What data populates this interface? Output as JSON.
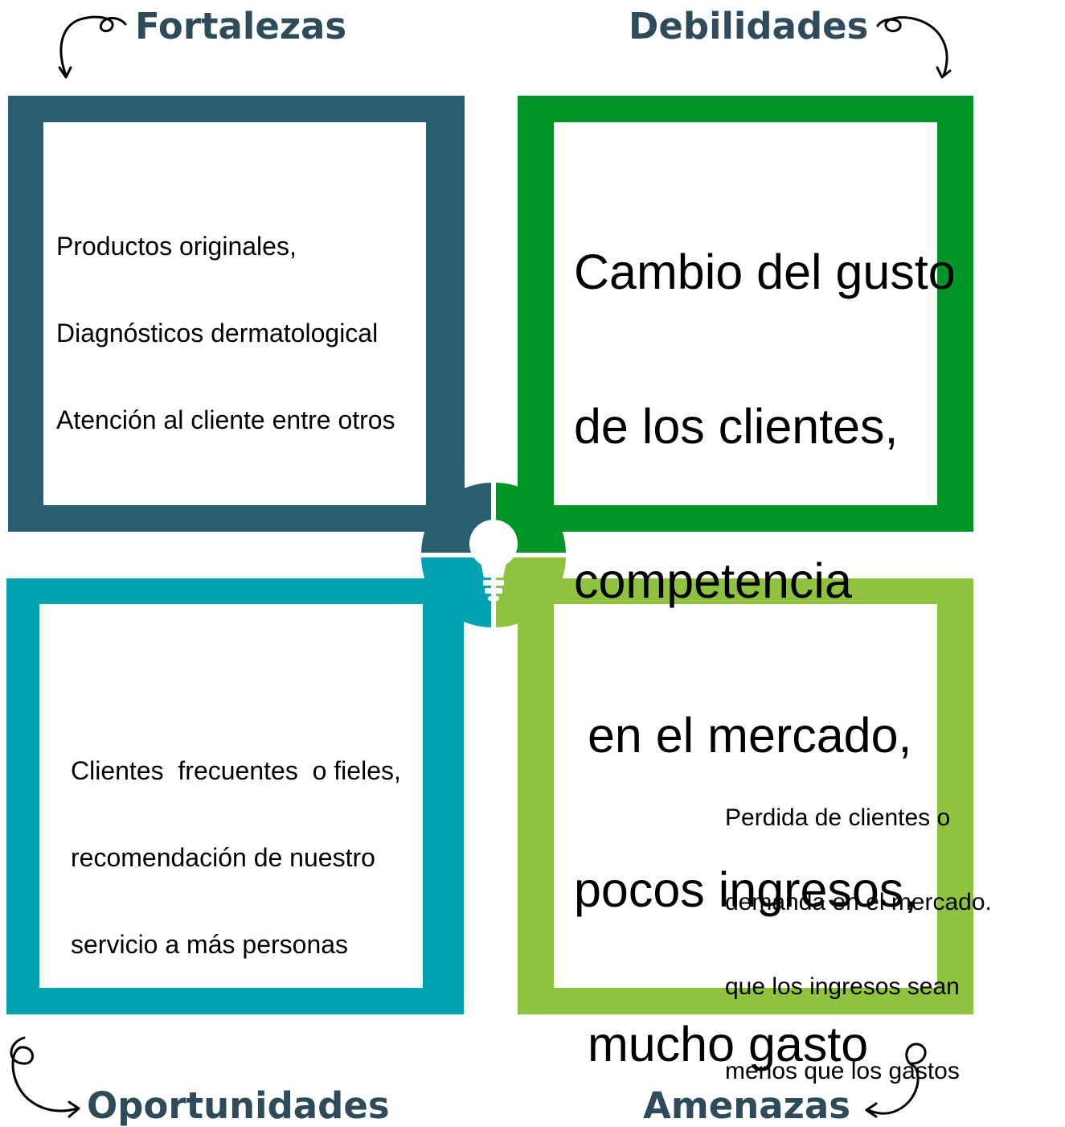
{
  "colors": {
    "heading": "#2d4b5a",
    "fortalezas": "#295e70",
    "debilidades": "#009527",
    "oportunidades": "#00a1b0",
    "amenazas": "#8fc33f",
    "background": "#ffffff"
  },
  "headings": {
    "fortalezas": "Fortalezas",
    "debilidades": "Debilidades",
    "oportunidades": "Oportunidades",
    "amenazas": "Amenazas"
  },
  "quadrants": {
    "fortalezas": {
      "lines": [
        "Productos originales,",
        "Diagnósticos dermatological",
        "Atención al cliente entre otros"
      ]
    },
    "debilidades": {
      "lines": [
        "Cambio del gusto",
        "de los clientes,",
        "competencia",
        " en el mercado,",
        "pocos ingresos,",
        " mucho gasto"
      ]
    },
    "oportunidades": {
      "lines": [
        "Clientes  frecuentes  o fieles,",
        "recomendación de nuestro",
        "servicio a más personas"
      ]
    },
    "amenazas": {
      "lines": [
        "Perdida de clientes o",
        "demanda en el mercado.",
        "que los ingresos sean",
        "menos que los gastos"
      ]
    }
  },
  "icons": {
    "center": "lightbulb-icon",
    "arrows": [
      "curly-arrow-icon"
    ]
  }
}
